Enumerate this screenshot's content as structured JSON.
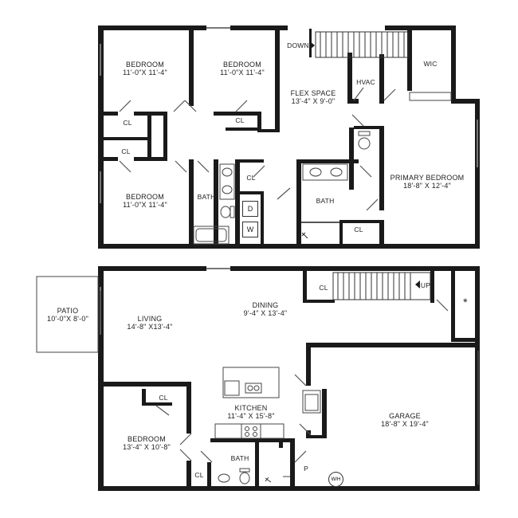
{
  "upper_floor": {
    "bedroom_1": {
      "name": "BEDROOM",
      "dim": "11'-0\"X 11'-4\""
    },
    "bedroom_2": {
      "name": "BEDROOM",
      "dim": "11'-0\"X 11'-4\""
    },
    "bedroom_3": {
      "name": "BEDROOM",
      "dim": "11'-0\"X 11'-4\""
    },
    "flex_space": {
      "name": "FLEX SPACE",
      "dim": "13'-4\" X 9'-0\""
    },
    "primary_bedroom": {
      "name": "PRIMARY BEDROOM",
      "dim": "18'-8\" X 12'-4\""
    },
    "down": "DOWN",
    "wic": "WIC",
    "hvac": "HVAC",
    "bath_1": "BATH",
    "bath_2": "BATH",
    "cl_1": "CL",
    "cl_2": "CL",
    "cl_3": "CL",
    "cl_4": "CL",
    "cl_5": "CL",
    "washer": "W",
    "dryer": "D"
  },
  "lower_floor": {
    "patio": {
      "name": "PATIO",
      "dim": "10'-0\"X 8'-0\""
    },
    "living": {
      "name": "LIVING",
      "dim": "14'-8\" X13'-4\""
    },
    "dining": {
      "name": "DINING",
      "dim": "9'-4\" X 13'-4\""
    },
    "kitchen": {
      "name": "KITCHEN",
      "dim": "11'-4\" X 15'-8\""
    },
    "garage": {
      "name": "GARAGE",
      "dim": "18'-8\" X 19'-4\""
    },
    "bedroom": {
      "name": "BEDROOM",
      "dim": "13'-4\" X 10'-8\""
    },
    "bath": "BATH",
    "up": "UP",
    "cl_1": "CL",
    "cl_2": "CL",
    "cl_3": "CL",
    "pantry": "P",
    "water_heater": "W/H",
    "star": "*"
  },
  "colors": {
    "wall": "#1a1a1a",
    "fixture": "#555555",
    "background": "#ffffff"
  }
}
